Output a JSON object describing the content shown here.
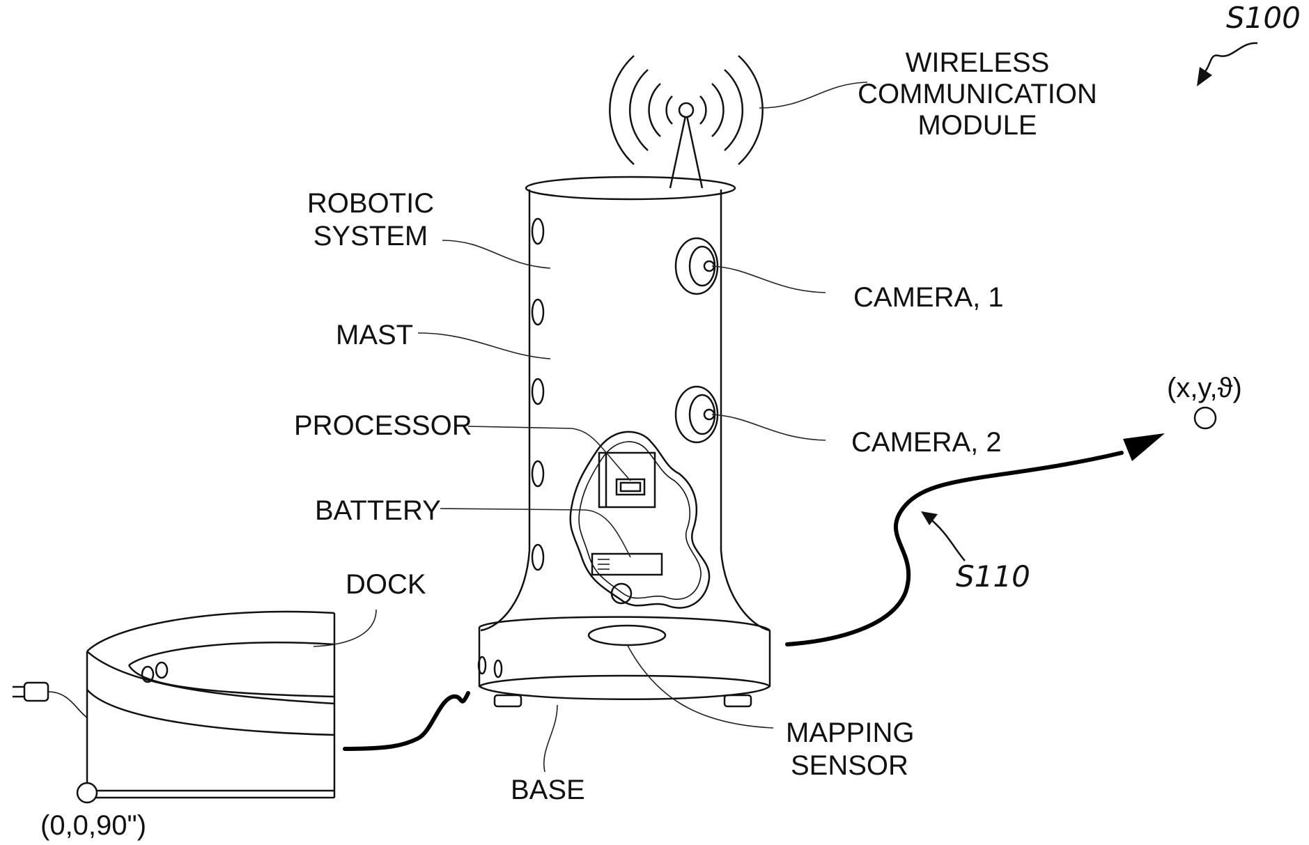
{
  "figure": {
    "ref_main": "S100",
    "ref_path": "S110",
    "labels": {
      "wireless_line1": "WIRELESS",
      "wireless_line2": "COMMUNICATION",
      "wireless_line3": "MODULE",
      "robotic_line1": "ROBOTIC",
      "robotic_line2": "SYSTEM",
      "mast": "MAST",
      "processor": "PROCESSOR",
      "battery": "BATTERY",
      "dock": "DOCK",
      "camera1": "CAMERA, 1",
      "camera2": "CAMERA, 2",
      "mapping_line1": "MAPPING",
      "mapping_line2": "SENSOR",
      "base": "BASE",
      "target_coord": "(x,y,ϑ)",
      "origin_coord": "(0,0,90\")"
    }
  }
}
